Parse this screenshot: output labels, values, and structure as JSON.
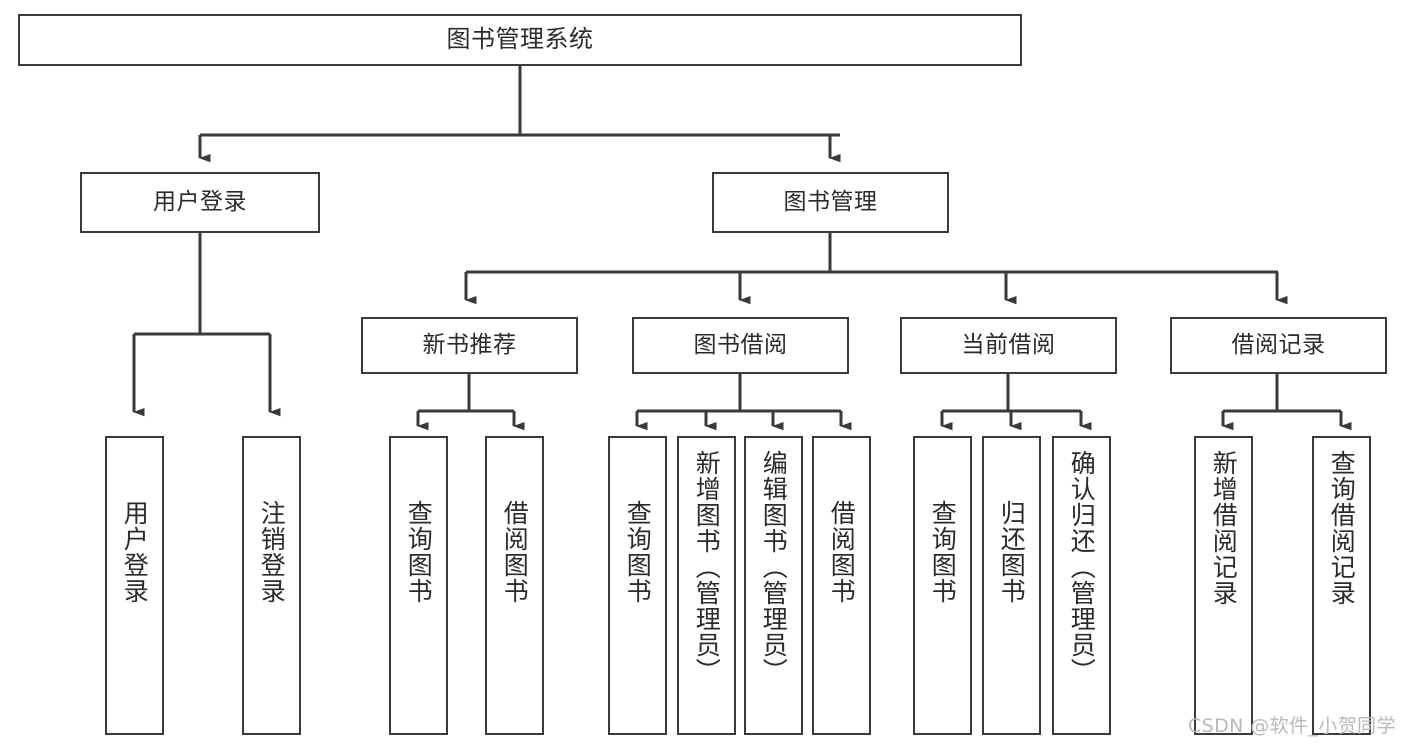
{
  "diagram": {
    "title": "图书管理系统",
    "type": "hierarchy-tree",
    "root": {
      "id": "root",
      "label": "图书管理系统"
    },
    "level2": [
      {
        "id": "user-login",
        "label": "用户登录"
      },
      {
        "id": "book-manage",
        "label": "图书管理"
      }
    ],
    "level3": [
      {
        "id": "new-book-recommend",
        "label": "新书推荐"
      },
      {
        "id": "book-borrow",
        "label": "图书借阅"
      },
      {
        "id": "current-borrow",
        "label": "当前借阅"
      },
      {
        "id": "borrow-record",
        "label": "借阅记录"
      }
    ],
    "leaves": [
      {
        "id": "leaf-user-login",
        "label": "用户登录",
        "parent": "user-login"
      },
      {
        "id": "leaf-logout-login",
        "label": "注销登录",
        "parent": "user-login"
      },
      {
        "id": "leaf-query-book-1",
        "label": "查询图书",
        "parent": "new-book-recommend"
      },
      {
        "id": "leaf-borrow-book-1",
        "label": "借阅图书",
        "parent": "new-book-recommend"
      },
      {
        "id": "leaf-query-book-2",
        "label": "查询图书",
        "parent": "book-borrow"
      },
      {
        "id": "leaf-add-book",
        "label": "新增图书（管理员）",
        "parent": "book-borrow"
      },
      {
        "id": "leaf-edit-book",
        "label": "编辑图书（管理员）",
        "parent": "book-borrow"
      },
      {
        "id": "leaf-borrow-book-2",
        "label": "借阅图书",
        "parent": "book-borrow"
      },
      {
        "id": "leaf-query-book-3",
        "label": "查询图书",
        "parent": "current-borrow"
      },
      {
        "id": "leaf-return-book",
        "label": "归还图书",
        "parent": "current-borrow"
      },
      {
        "id": "leaf-confirm-return",
        "label": "确认归还（管理员）",
        "parent": "current-borrow"
      },
      {
        "id": "leaf-add-record",
        "label": "新增借阅记录",
        "parent": "borrow-record"
      },
      {
        "id": "leaf-query-record",
        "label": "查询借阅记录",
        "parent": "borrow-record"
      }
    ],
    "colors": {
      "box_border": "#3a3a3a",
      "box_fill": "#ffffff",
      "text": "#2b2b2b",
      "connector": "#3a3a3a",
      "watermark": "#b9b9b9"
    }
  },
  "watermark": {
    "text": "CSDN @软件_小贺同学"
  }
}
